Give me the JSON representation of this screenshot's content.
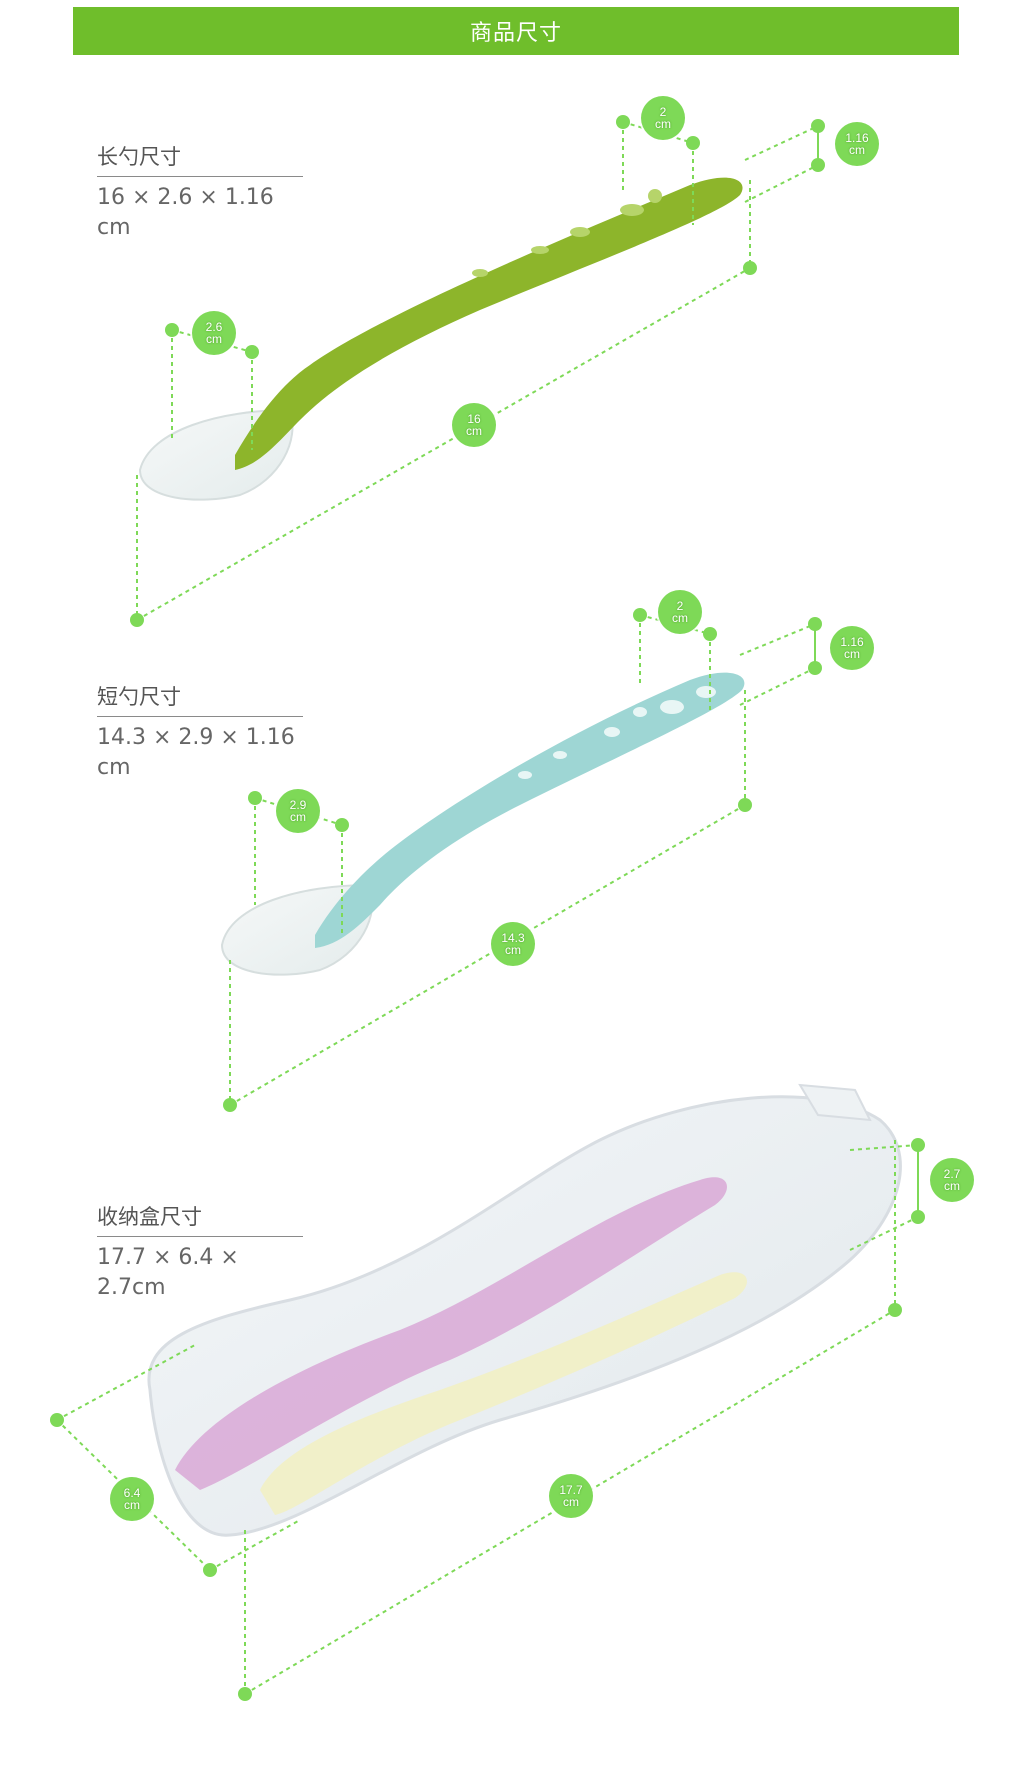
{
  "header": {
    "title": "商品尺寸"
  },
  "sections": [
    {
      "title": "长勺尺寸",
      "dims": "16 × 2.6 × 1.16 cm",
      "badges": {
        "width_top": {
          "value": "2",
          "unit": "cm"
        },
        "thickness": {
          "value": "1.16",
          "unit": "cm"
        },
        "bowl_width": {
          "value": "2.6",
          "unit": "cm"
        },
        "length": {
          "value": "16",
          "unit": "cm"
        }
      },
      "spoon_color": "#8db52b"
    },
    {
      "title": "短勺尺寸",
      "dims": "14.3 × 2.9 × 1.16 cm",
      "badges": {
        "width_top": {
          "value": "2",
          "unit": "cm"
        },
        "thickness": {
          "value": "1.16",
          "unit": "cm"
        },
        "bowl_width": {
          "value": "2.9",
          "unit": "cm"
        },
        "length": {
          "value": "14.3",
          "unit": "cm"
        }
      },
      "spoon_color": "#9ed6d4"
    },
    {
      "title": "收纳盒尺寸",
      "dims": "17.7 × 6.4 × 2.7cm",
      "badges": {
        "height": {
          "value": "2.7",
          "unit": "cm"
        },
        "width": {
          "value": "6.4",
          "unit": "cm"
        },
        "length": {
          "value": "17.7",
          "unit": "cm"
        }
      },
      "case_spoon_colors": [
        "#d9a8d6",
        "#f2efc4"
      ]
    }
  ],
  "colors": {
    "accent_green": "#6fbe2b",
    "dim_line_green": "#7ed957"
  }
}
